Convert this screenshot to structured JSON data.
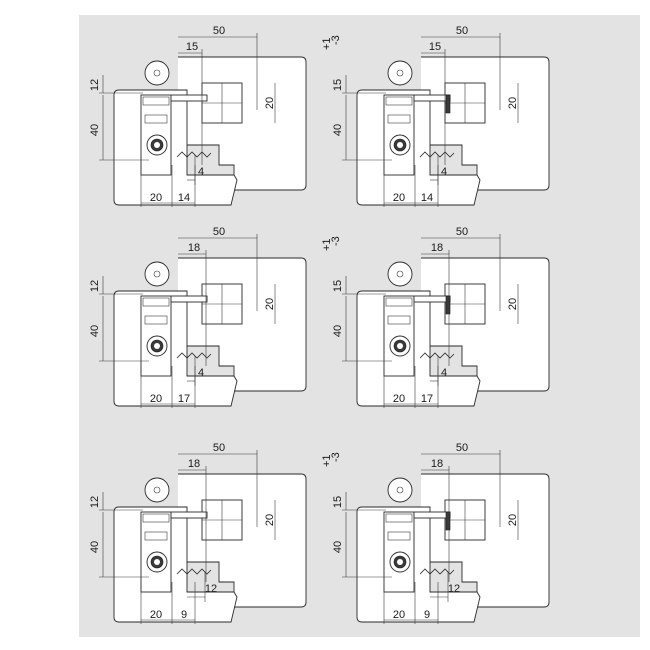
{
  "panels": [
    {
      "id": "r1-left",
      "top_width": "50",
      "top_offset": "15",
      "left_height_top": "12",
      "left_height": "40",
      "right_height": "20",
      "gap": "4",
      "bottom_left": "20",
      "bottom_right": "14",
      "superscript": "",
      "subscript": ""
    },
    {
      "id": "r1-right",
      "top_width": "50",
      "top_offset": "15",
      "left_height_top": "15",
      "left_height": "40",
      "right_height": "20",
      "gap": "4",
      "bottom_left": "20",
      "bottom_right": "14",
      "superscript": "+1",
      "subscript": "-3"
    },
    {
      "id": "r2-left",
      "top_width": "50",
      "top_offset": "18",
      "left_height_top": "12",
      "left_height": "40",
      "right_height": "20",
      "gap": "4",
      "bottom_left": "20",
      "bottom_right": "17",
      "superscript": "",
      "subscript": ""
    },
    {
      "id": "r2-right",
      "top_width": "50",
      "top_offset": "18",
      "left_height_top": "15",
      "left_height": "40",
      "right_height": "20",
      "gap": "4",
      "bottom_left": "20",
      "bottom_right": "17",
      "superscript": "+1",
      "subscript": "-3"
    },
    {
      "id": "r3-left",
      "top_width": "50",
      "top_offset": "18",
      "left_height_top": "12",
      "left_height": "40",
      "right_height": "20",
      "gap": "12",
      "bottom_left": "20",
      "bottom_right": "9",
      "superscript": "",
      "subscript": ""
    },
    {
      "id": "r3-right",
      "top_width": "50",
      "top_offset": "18",
      "left_height_top": "15",
      "left_height": "40",
      "right_height": "20",
      "gap": "12",
      "bottom_left": "20",
      "bottom_right": "9",
      "superscript": "+1",
      "subscript": "-3"
    }
  ],
  "colors": {
    "background": "#e3e3e3",
    "line": "#2a2a2a",
    "fill": "#ffffff"
  }
}
